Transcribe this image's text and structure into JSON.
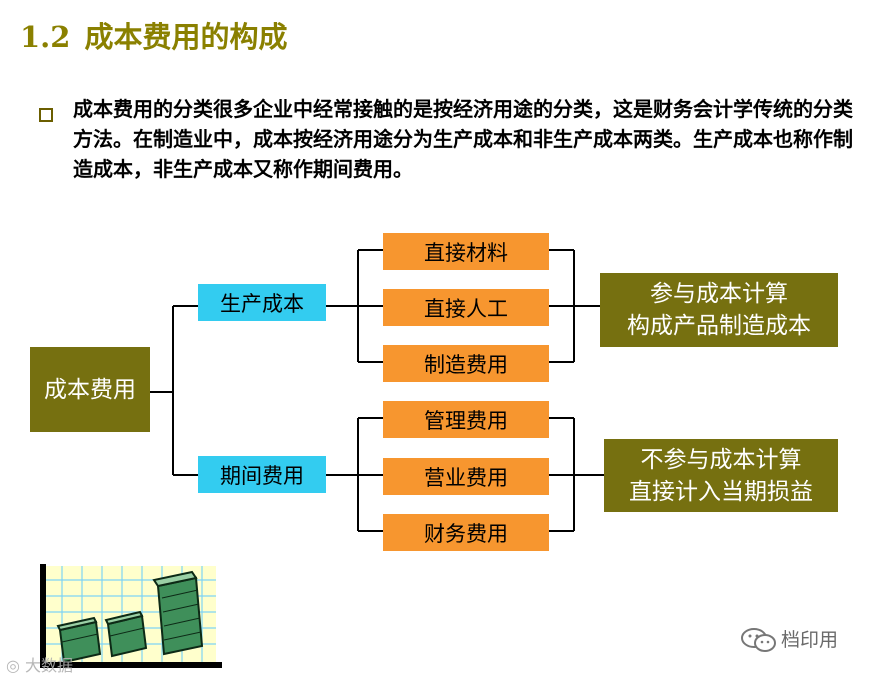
{
  "header": {
    "number": "1.2",
    "title": "成本费用的构成"
  },
  "bullet": {
    "text": "成本费用的分类很多企业中经常接触的是按经济用途的分类，这是财务会计学传统的分类方法。在制造业中，成本按经济用途分为生产成本和非生产成本两类。生产成本也称作制造成本，非生产成本又称作期间费用。"
  },
  "diagram": {
    "root": "成本费用",
    "branches": [
      {
        "label": "生产成本",
        "items": [
          "直接材料",
          "直接人工",
          "制造费用"
        ],
        "result": [
          "参与成本计算",
          "构成产品制造成本"
        ]
      },
      {
        "label": "期间费用",
        "items": [
          "管理费用",
          "营业费用",
          "财务费用"
        ],
        "result": [
          "不参与成本计算",
          "直接计入当期损益"
        ]
      }
    ]
  },
  "watermark": {
    "brand": "档印用",
    "corner": "大数据"
  },
  "colors": {
    "title": "#8a8000",
    "olive_box": "#767010",
    "cyan_box": "#33ccf0",
    "orange_box": "#f7962f"
  }
}
